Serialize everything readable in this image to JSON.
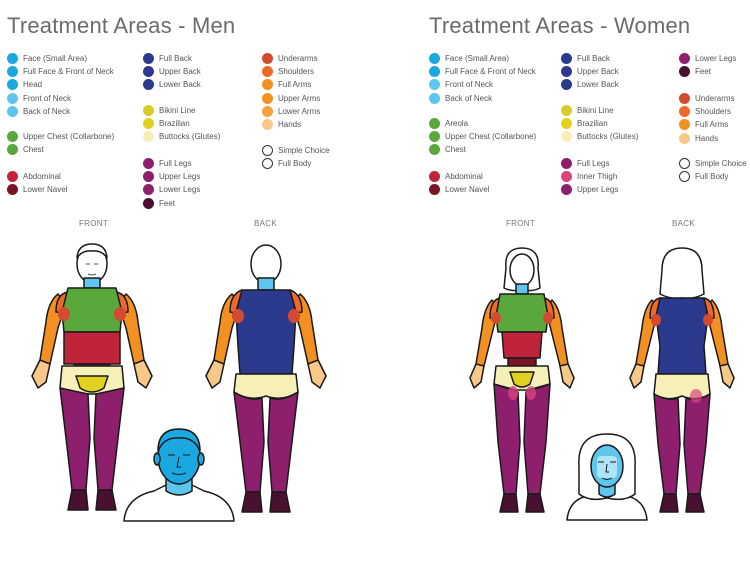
{
  "men": {
    "title": "Treatment Areas - Men",
    "legend": [
      {
        "label": "Face (Small Area)",
        "color": "#1ba7e0"
      },
      {
        "label": "Full Face & Front of Neck",
        "color": "#1ba7e0"
      },
      {
        "label": "Head",
        "color": "#1ba7e0"
      },
      {
        "label": "Front of Neck",
        "color": "#5ec6ee"
      },
      {
        "label": "Back of Neck",
        "color": "#5ec6ee"
      },
      {
        "label": "Upper Chest (Collarbone)",
        "color": "#5aa83c"
      },
      {
        "label": "Chest",
        "color": "#5aa83c"
      },
      {
        "label": "Abdominal",
        "color": "#c0243a"
      },
      {
        "label": "Lower Navel",
        "color": "#7a1525"
      },
      {
        "label": "Full Back",
        "color": "#2c3a8e"
      },
      {
        "label": "Upper Back",
        "color": "#2c3a8e"
      },
      {
        "label": "Lower Back",
        "color": "#2c3a8e"
      },
      {
        "label": "Bikini Line",
        "color": "#d8cc2a"
      },
      {
        "label": "Brazilian",
        "color": "#e2d21f"
      },
      {
        "label": "Buttocks (Glutes)",
        "color": "#f6f0b8"
      },
      {
        "label": "Full Legs",
        "color": "#8e1f6d"
      },
      {
        "label": "Upper Legs",
        "color": "#8e1f6d"
      },
      {
        "label": "Lower Legs",
        "color": "#8e1f6d"
      },
      {
        "label": "Feet",
        "color": "#4a1030"
      },
      {
        "label": "Underarms",
        "color": "#d24a30"
      },
      {
        "label": "Shoulders",
        "color": "#ef6a2a"
      },
      {
        "label": "Full Arms",
        "color": "#f39022"
      },
      {
        "label": "Upper Arms",
        "color": "#f39022"
      },
      {
        "label": "Lower Arms",
        "color": "#f7a23a"
      },
      {
        "label": "Hands",
        "color": "#f8c888"
      },
      {
        "label": "Simple Choice",
        "color": "#ffffff",
        "outline": true
      },
      {
        "label": "Full Body",
        "color": "#ffffff",
        "outline": true
      }
    ],
    "front_label": "FRONT",
    "back_label": "BACK"
  },
  "women": {
    "title": "Treatment Areas - Women",
    "legend": [
      {
        "label": "Face (Small Area)",
        "color": "#1ba7e0"
      },
      {
        "label": "Full Face & Front of Neck",
        "color": "#1ba7e0"
      },
      {
        "label": "Front of Neck",
        "color": "#5ec6ee"
      },
      {
        "label": "Back of Neck",
        "color": "#5ec6ee"
      },
      {
        "label": "Areola",
        "color": "#5aa83c"
      },
      {
        "label": "Upper Chest (Collarbone)",
        "color": "#5aa83c"
      },
      {
        "label": "Chest",
        "color": "#5aa83c"
      },
      {
        "label": "Abdominal",
        "color": "#c0243a"
      },
      {
        "label": "Lower Navel",
        "color": "#7a1525"
      },
      {
        "label": "Full Back",
        "color": "#2c3a8e"
      },
      {
        "label": "Upper Back",
        "color": "#2c3a8e"
      },
      {
        "label": "Lower Back",
        "color": "#2c3a8e"
      },
      {
        "label": "Bikini Line",
        "color": "#d8cc2a"
      },
      {
        "label": "Brazilian",
        "color": "#e2d21f"
      },
      {
        "label": "Buttocks (Glutes)",
        "color": "#f6f0b8"
      },
      {
        "label": "Full Legs",
        "color": "#8e1f6d"
      },
      {
        "label": "Inner Thigh",
        "color": "#d9447f"
      },
      {
        "label": "Upper Legs",
        "color": "#8e1f6d"
      },
      {
        "label": "Lower Legs",
        "color": "#8e1f6d"
      },
      {
        "label": "Feet",
        "color": "#4a1030"
      },
      {
        "label": "Underarms",
        "color": "#d24a30"
      },
      {
        "label": "Shoulders",
        "color": "#ef6a2a"
      },
      {
        "label": "Full Arms",
        "color": "#f39022"
      },
      {
        "label": "Hands",
        "color": "#f8c888"
      },
      {
        "label": "Simple Choice",
        "color": "#ffffff",
        "outline": true
      },
      {
        "label": "Full Body",
        "color": "#ffffff",
        "outline": true
      }
    ],
    "front_label": "FRONT",
    "back_label": "BACK"
  }
}
